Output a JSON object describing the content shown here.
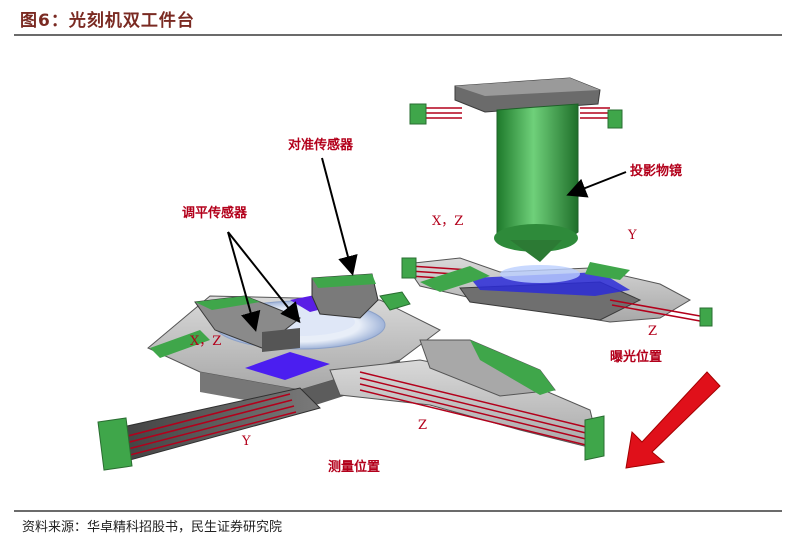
{
  "title": "图6：光刻机双工件台",
  "source": "资料来源：华卓精科招股书，民生证券研究院",
  "labels": {
    "alignment_sensor": "对准传感器",
    "leveling_sensor": "调平传感器",
    "projection_lens": "投影物镜",
    "exposure_position": "曝光位置",
    "measurement_position": "测量位置"
  },
  "axes": {
    "xz_left": "X，Z",
    "xz_right": "X，Z",
    "y_right": "Y",
    "z_right": "Z",
    "y_left": "Y",
    "z_left": "Z"
  },
  "colors": {
    "title": "#7a2a22",
    "label": "#b3001b",
    "lens_green": "#3fa64a",
    "stage_gray": "#8c8c8c",
    "laser_red": "#b3001b",
    "wafer_purple": "#5a1ee6",
    "arrow_red": "#e0101a"
  }
}
